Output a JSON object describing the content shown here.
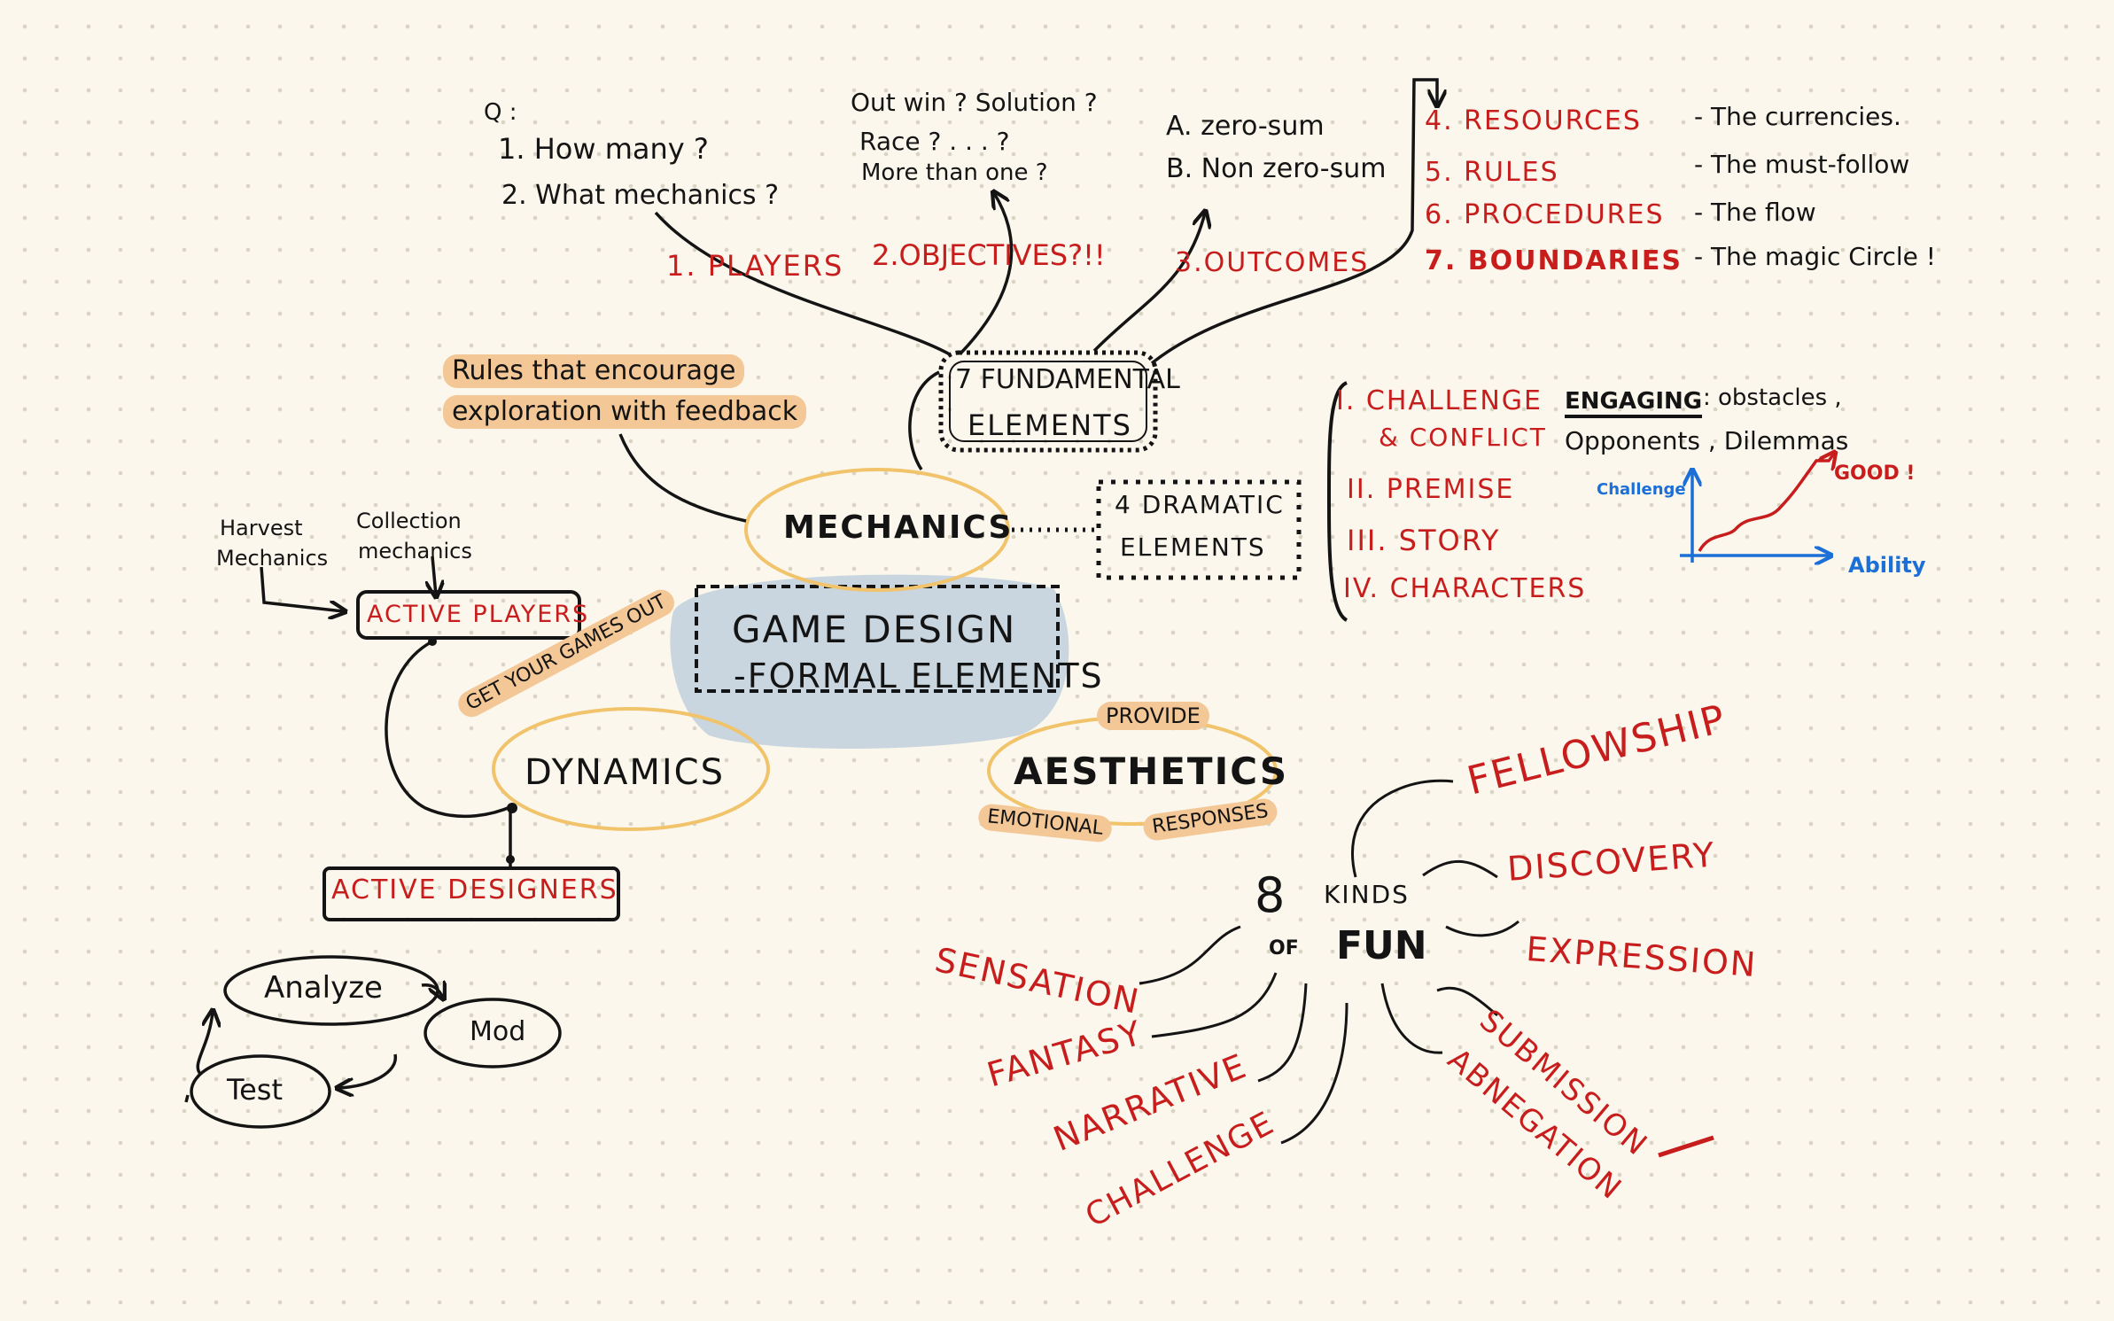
{
  "center": {
    "line1": "GAME DESIGN",
    "line2": "-FORMAL ELEMENTS"
  },
  "nodes": {
    "mechanics": "MECHANICS",
    "dynamics": "DYNAMICS",
    "aesthetics": "AESTHETICS",
    "fundamental": {
      "line1": "7 FUNDAMENTAL",
      "line2": "ELEMENTS"
    },
    "dramatic": {
      "line1": "4 DRAMATIC",
      "line2": "ELEMENTS"
    }
  },
  "questions": {
    "q": "Q :",
    "q1": "1. How many ?",
    "q2": "2. What mechanics ?"
  },
  "objective_notes": {
    "l1": "Out win ? Solution ?",
    "l2": "Race ?    . . . ?",
    "l3": "More than one ?"
  },
  "outcome_notes": {
    "a": "A. zero-sum",
    "b": "B. Non zero-sum"
  },
  "fundamental_items": {
    "players": "1. PLAYERS",
    "objectives": "2.OBJECTIVES?!!",
    "outcomes": "3.OUTCOMES",
    "resources": "4. RESOURCES",
    "rules": "5. RULES",
    "procedures": "6. PROCEDURES",
    "boundaries": "7. BOUNDARIES"
  },
  "fundamental_desc": {
    "resources": "- The currencies.",
    "rules": "- The must-follow",
    "procedures": "- The flow",
    "boundaries": "- The magic Circle !"
  },
  "mechanics_note": {
    "l1": "Rules that encourage",
    "l2": "exploration with feedback"
  },
  "dramatic_items": {
    "i1": "I. CHALLENGE",
    "i1b": "& CONFLICT",
    "i2": "II. PREMISE",
    "i3": "III. STORY",
    "i4": "IV. CHARACTERS"
  },
  "engaging": {
    "head": "ENGAGING",
    "l1": ": obstacles ,",
    "l2": "Opponents , Dilemmas"
  },
  "graph": {
    "y": "Challenge",
    "x": "Ability",
    "good": "GOOD !"
  },
  "players_side": {
    "harvest1": "Harvest",
    "harvest2": "Mechanics",
    "collection1": "Collection",
    "collection2": "mechanics",
    "active_players": "ACTIVE PLAYERS"
  },
  "dynamics_note": "GET YOUR GAMES OUT",
  "designers": {
    "label": "ACTIVE DESIGNERS",
    "analyze": "Analyze",
    "mod": "Mod",
    "test": "Test"
  },
  "aesthetics_notes": {
    "provide": "PROVIDE",
    "emotional": "EMOTIONAL",
    "responses": "RESPONSES"
  },
  "fun": {
    "num": "8",
    "kinds": "KINDS",
    "of": "OF",
    "fun": "FUN"
  },
  "fun_items": {
    "fellowship": "FELLOWSHIP",
    "discovery": "DISCOVERY",
    "expression": "EXPRESSION",
    "submission": "SUBMISSION",
    "abnegation": "ABNEGATION",
    "challenge": "CHALLENGE",
    "narrative": "NARRATIVE",
    "fantasy": "FANTASY",
    "sensation": "SENSATION"
  },
  "colors": {
    "ink": "#141414",
    "red": "#c81d1d",
    "blue": "#1b6fd6",
    "highlight": "#f4c796",
    "center_fill": "#c9d6df",
    "bubble": "#f1c36b",
    "paper": "#fbf7ec"
  }
}
